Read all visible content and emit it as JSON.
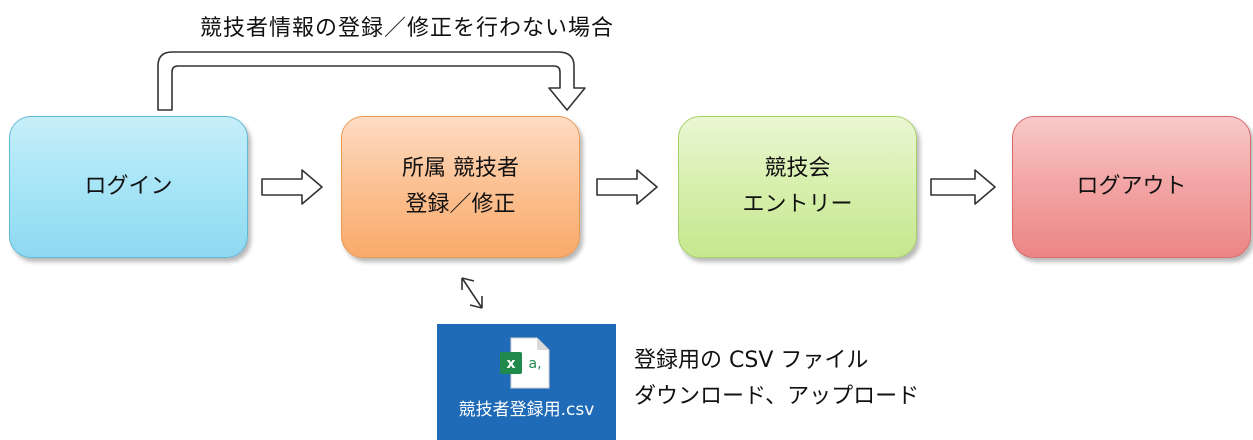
{
  "top_label": "競技者情報の登録／修正を行わない場合",
  "steps": [
    {
      "lines": [
        "ログイン"
      ]
    },
    {
      "lines": [
        "所属 競技者",
        "登録／修正"
      ]
    },
    {
      "lines": [
        "競技会",
        "エントリー"
      ]
    },
    {
      "lines": [
        "ログアウト"
      ]
    }
  ],
  "csv_file": {
    "filename": "競技者登録用.csv",
    "icon": "excel-csv-file-icon",
    "icon_letters": "x a,"
  },
  "csv_description": {
    "line1": "登録用の CSV ファイル",
    "line2": "ダウンロード、アップロード"
  },
  "colors": {
    "login": "#a9e6f7",
    "register": "#fcc396",
    "entry": "#d9f0b0",
    "logout": "#f3a7a7",
    "csv_tile": "#1f6bb8",
    "excel_green": "#1f8a4c"
  }
}
